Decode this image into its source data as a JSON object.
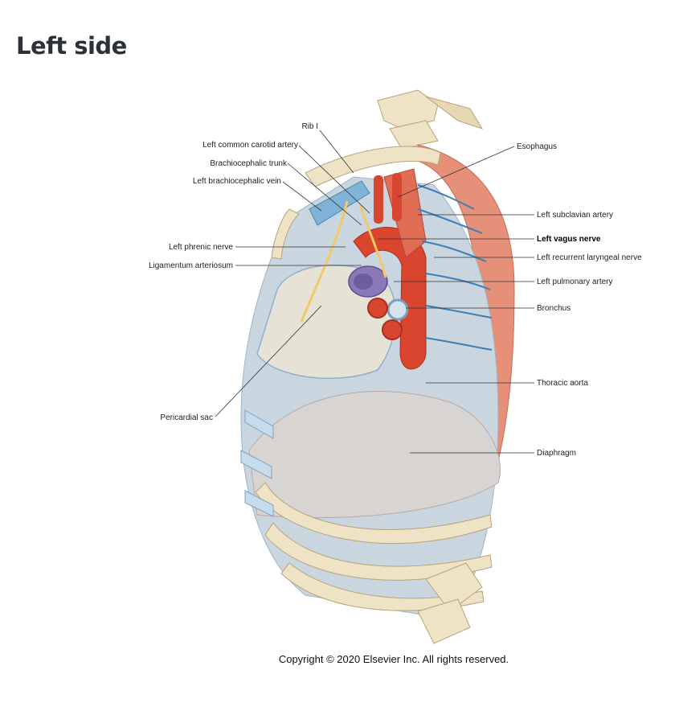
{
  "heading": "Left side",
  "labels": {
    "rib_i": "Rib I",
    "left_common_carotid_artery": "Left common carotid artery",
    "brachiocephalic_trunk": "Brachiocephalic trunk",
    "left_brachiocephalic_vein": "Left brachiocephalic vein",
    "left_phrenic_nerve": "Left phrenic nerve",
    "ligamentum_arteriosum": "Ligamentum arteriosum",
    "pericardial_sac": "Pericardial sac",
    "esophagus": "Esophagus",
    "left_subclavian_artery": "Left subclavian artery",
    "left_vagus_nerve": "Left vagus nerve",
    "left_recurrent_laryngeal_nerve": "Left recurrent laryngeal nerve",
    "left_pulmonary_artery": "Left pulmonary artery",
    "bronchus": "Bronchus",
    "thoracic_aorta": "Thoracic aorta",
    "diaphragm": "Diaphragm"
  },
  "copyright": "Copyright © 2020 Elsevier Inc. All rights reserved.",
  "colors": {
    "bone": "#efe3c6",
    "muscle": "#e6907a",
    "artery": "#d9452f",
    "vein": "#7fb4d8",
    "nerve": "#f2c96a",
    "pleura": "#c9d6e0",
    "pericardium": "#f0d2b4",
    "pulmonary_artery": "#8a78b8"
  }
}
